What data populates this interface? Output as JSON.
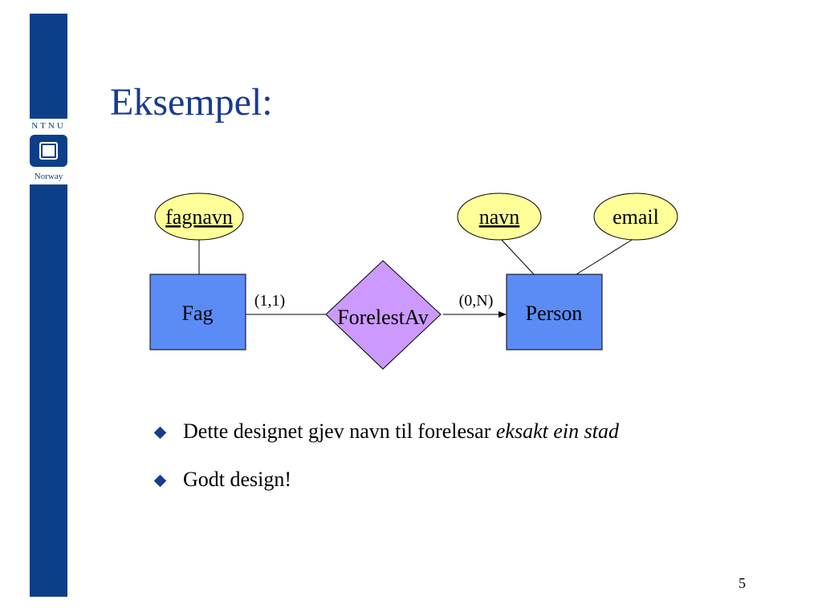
{
  "slide": {
    "title": "Eksempel:",
    "page_number": "5"
  },
  "logo": {
    "top_text": "NTNU",
    "bottom_text": "Norway"
  },
  "diagram": {
    "entities": {
      "fag": "Fag",
      "person": "Person"
    },
    "relationship": "ForelestAv",
    "attributes": {
      "fagnavn": "fagnavn",
      "navn": "navn",
      "email": "email"
    },
    "cardinalities": {
      "fag_side": "(1,1)",
      "person_side": "(0,N)"
    }
  },
  "bullets": {
    "item1": {
      "text": "Dette designet gjev navn til forelesar ",
      "emphasis": "eksakt ein stad"
    },
    "item2": {
      "text": "Godt design!"
    }
  },
  "colors": {
    "sidebar": "#0c3f87",
    "title": "#173b8f",
    "entity_fill": "#5b8cf5",
    "relationship_fill": "#cc99ff",
    "attribute_fill": "#ffff99"
  }
}
